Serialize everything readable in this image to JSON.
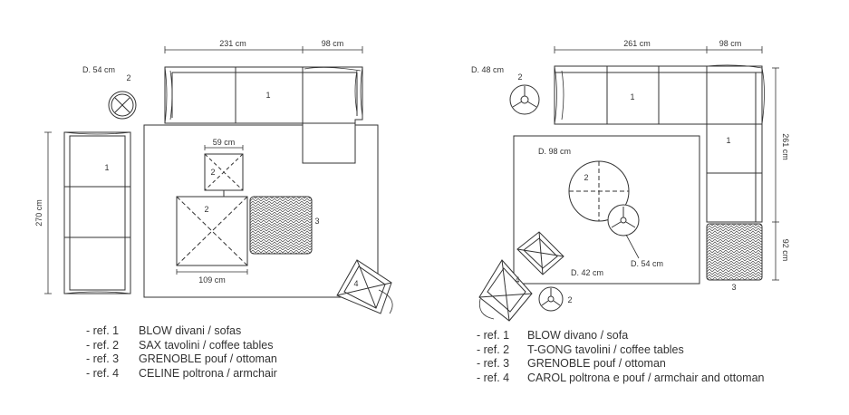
{
  "left_plan": {
    "dims": {
      "sofa_width": "231 cm",
      "sofa_chaise": "98 cm",
      "sofa_depth": "270 cm",
      "round_table": "D. 54 cm",
      "small_table": "59 cm",
      "large_table": "109 cm"
    },
    "labels": {
      "sofa_top": "1",
      "sofa_left": "1",
      "round_table": "2",
      "small_table": "2",
      "large_table": "2",
      "pouf": "3",
      "armchair": "4"
    },
    "legend": [
      {
        "ref": "- ref. 1",
        "name": "BLOW divani / sofas"
      },
      {
        "ref": "- ref. 2",
        "name": "SAX tavolini / coffee tables"
      },
      {
        "ref": "- ref. 3",
        "name": "GRENOBLE pouf / ottoman"
      },
      {
        "ref": "- ref. 4",
        "name": "CELINE poltrona / armchair"
      }
    ]
  },
  "right_plan": {
    "dims": {
      "sofa_width": "261 cm",
      "sofa_chaise": "98 cm",
      "sofa_depth": "261 cm",
      "pouf_depth": "92 cm",
      "table_top_left": "D. 48 cm",
      "table_large": "D. 98 cm",
      "table_medium": "D. 54 cm",
      "table_small": "D. 42 cm"
    },
    "labels": {
      "sofa_top": "1",
      "sofa_right": "1",
      "table_top_left": "2",
      "table_large": "2",
      "table_small": "2",
      "pouf": "3",
      "armchair": "4"
    },
    "legend": [
      {
        "ref": "- ref. 1",
        "name": "BLOW divano / sofa"
      },
      {
        "ref": "- ref. 2",
        "name": "T-GONG tavolini / coffee tables"
      },
      {
        "ref": "- ref. 3",
        "name": "GRENOBLE pouf / ottoman"
      },
      {
        "ref": "- ref. 4",
        "name": "CAROL  poltrona e pouf / armchair and ottoman"
      }
    ]
  }
}
